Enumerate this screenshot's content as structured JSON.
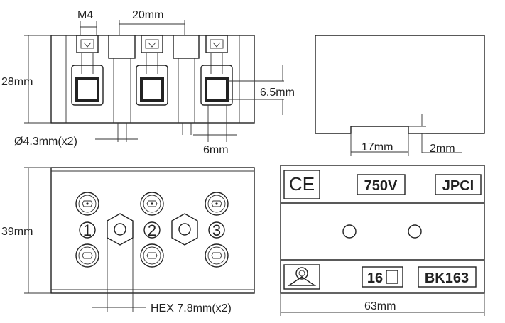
{
  "dimensions": {
    "m4": "M4",
    "pitch": "20mm",
    "height_28": "28mm",
    "slot_65": "6.5mm",
    "hole": "Ø4.3mm(x2)",
    "width_6": "6mm",
    "notch_17": "17mm",
    "notch_2": "2mm",
    "height_39": "39mm",
    "hex": "HEX 7.8mm(x2)",
    "width_63": "63mm"
  },
  "terminals": [
    "1",
    "2",
    "3"
  ],
  "label_plate": {
    "ce": "CE",
    "voltage": "750V",
    "brand": "JPCI",
    "current": "16",
    "model": "BK163"
  },
  "icons": [
    "ce-mark-icon",
    "certification-logo-icon",
    "square-icon"
  ]
}
